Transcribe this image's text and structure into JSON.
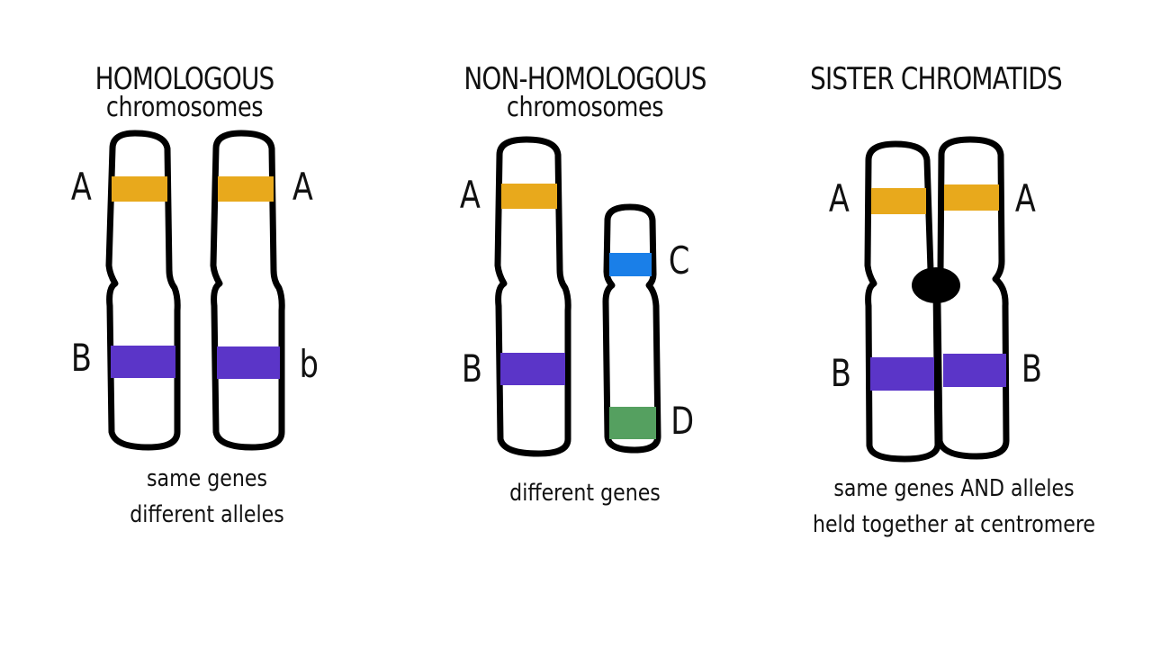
{
  "panels": [
    {
      "title": "HOMOLOGOUS",
      "subtitle": "chromosomes",
      "caption_lines": [
        "same genes",
        "different alleles"
      ],
      "labels": {
        "left_top": "A",
        "left_bottom": "B",
        "right_top": "A",
        "right_bottom": "b"
      }
    },
    {
      "title": "NON-HOMOLOGOUS",
      "subtitle": "chromosomes",
      "caption_lines": [
        "different genes"
      ],
      "labels": {
        "left_top": "A",
        "left_bottom": "B",
        "right_top": "C",
        "right_bottom": "D"
      }
    },
    {
      "title": "SISTER CHROMATIDS",
      "subtitle": "",
      "caption_lines": [
        "same genes AND alleles",
        "held together at centromere"
      ],
      "labels": {
        "left_top": "A",
        "left_bottom": "B",
        "right_top": "A",
        "right_bottom": "B"
      }
    }
  ],
  "colors": {
    "gene_A": "#E8A91C",
    "gene_B": "#5B35C8",
    "gene_C": "#1A7FE8",
    "gene_D": "#55A060",
    "outline": "#000000"
  }
}
